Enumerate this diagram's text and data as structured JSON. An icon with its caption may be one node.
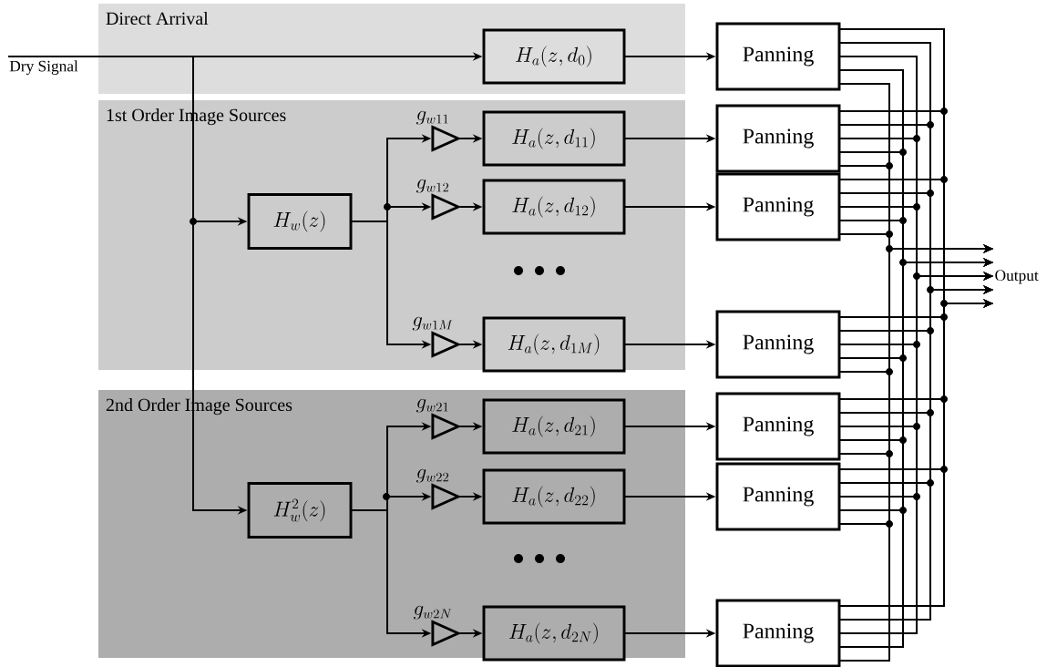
{
  "diagram": {
    "nodes": [
      {
        "text": [
          "Direct Arrival"
        ]
      },
      {
        "text": [
          "1st Order Image Sources"
        ]
      },
      {
        "text": [
          "2nd Order Image Sources"
        ]
      },
      {
        "text": [
          "Dry Signal"
        ]
      },
      {
        "text": [
          "H_a(z, d_0)"
        ],
        "in": 0
      },
      {
        "text": [
          "H_w(z)"
        ],
        "in": 1
      },
      {
        "text": [],
        "shape": "triangle",
        "beside": [
          "g_{w11}"
        ],
        "in": 1
      },
      {
        "text": [
          "H_a(z, d_{11})"
        ],
        "in": 1
      },
      {
        "text": [],
        "shape": "triangle",
        "beside": [
          "g_{w12}"
        ],
        "in": 1
      },
      {
        "text": [
          "H_a(z, d_{12})"
        ],
        "in": 1
      },
      {
        "text": [],
        "shape": "triangle",
        "beside": [
          "g_{w1M}"
        ],
        "in": 1
      },
      {
        "text": [
          "H_a(z, d_{1M})"
        ],
        "in": 1
      },
      {
        "text": [
          "H_w^2(z)"
        ],
        "in": 2
      },
      {
        "text": [],
        "shape": "triangle",
        "beside": [
          "g_{w21}"
        ],
        "in": 2
      },
      {
        "text": [
          "H_a(z, d_{21})"
        ],
        "in": 2
      },
      {
        "text": [],
        "shape": "triangle",
        "beside": [
          "g_{w22}"
        ],
        "in": 2
      },
      {
        "text": [
          "H_a(z, d_{22})"
        ],
        "in": 2
      },
      {
        "text": [],
        "shape": "triangle",
        "beside": [
          "g_{w2N}"
        ],
        "in": 2
      },
      {
        "text": [
          "H_a(z, d_{2N})"
        ],
        "in": 2
      },
      {
        "text": [
          "Panning"
        ]
      },
      {
        "text": [
          "Panning"
        ]
      },
      {
        "text": [
          "Panning"
        ]
      },
      {
        "text": [
          "Panning"
        ]
      },
      {
        "text": [
          "Panning"
        ]
      },
      {
        "text": [
          "Panning"
        ]
      },
      {
        "text": [
          "Panning"
        ]
      },
      {
        "text": [
          "Output"
        ]
      }
    ],
    "edges": [
      {
        "from": 3,
        "to": 4,
        "arrow": "to"
      },
      {
        "from": 3,
        "to": 5,
        "arrow": "to"
      },
      {
        "from": 3,
        "to": 12,
        "arrow": "to"
      },
      {
        "from": 5,
        "to": 6,
        "arrow": "to"
      },
      {
        "from": 5,
        "to": 8,
        "arrow": "to"
      },
      {
        "from": 5,
        "to": 10,
        "arrow": "to"
      },
      {
        "from": 12,
        "to": 13,
        "arrow": "to"
      },
      {
        "from": 12,
        "to": 15,
        "arrow": "to"
      },
      {
        "from": 12,
        "to": 17,
        "arrow": "to"
      },
      {
        "from": 6,
        "to": 7,
        "arrow": "to"
      },
      {
        "from": 8,
        "to": 9,
        "arrow": "to"
      },
      {
        "from": 10,
        "to": 11,
        "arrow": "to"
      },
      {
        "from": 13,
        "to": 14,
        "arrow": "to"
      },
      {
        "from": 15,
        "to": 16,
        "arrow": "to"
      },
      {
        "from": 17,
        "to": 18,
        "arrow": "to"
      },
      {
        "from": 4,
        "to": 19,
        "arrow": "to"
      },
      {
        "from": 7,
        "to": 20,
        "arrow": "to"
      },
      {
        "from": 9,
        "to": 21,
        "arrow": "to"
      },
      {
        "from": 11,
        "to": 22,
        "arrow": "to"
      },
      {
        "from": 14,
        "to": 23,
        "arrow": "to"
      },
      {
        "from": 16,
        "to": 24,
        "arrow": "to"
      },
      {
        "from": 18,
        "to": 25,
        "arrow": "to"
      },
      {
        "from": 19,
        "to": 26,
        "arrow": "to"
      },
      {
        "from": 20,
        "to": 26,
        "arrow": "to"
      },
      {
        "from": 21,
        "to": 26,
        "arrow": "to"
      },
      {
        "from": 22,
        "to": 26,
        "arrow": "to"
      },
      {
        "from": 23,
        "to": 26,
        "arrow": "to"
      },
      {
        "from": 24,
        "to": 26,
        "arrow": "to"
      },
      {
        "from": 25,
        "to": 26,
        "arrow": "to"
      },
      {
        "from": 19,
        "to": 26,
        "arrow": "to"
      },
      {
        "from": 19,
        "to": 26,
        "arrow": "to"
      },
      {
        "from": 19,
        "to": 26,
        "arrow": "to"
      },
      {
        "from": 19,
        "to": 26,
        "arrow": "to"
      },
      {
        "from": 20,
        "to": 26,
        "arrow": "to"
      },
      {
        "from": 20,
        "to": 26,
        "arrow": "to"
      },
      {
        "from": 20,
        "to": 26,
        "arrow": "to"
      },
      {
        "from": 20,
        "to": 26,
        "arrow": "to"
      },
      {
        "from": 21,
        "to": 26,
        "arrow": "to"
      },
      {
        "from": 21,
        "to": 26,
        "arrow": "to"
      },
      {
        "from": 21,
        "to": 26,
        "arrow": "to"
      },
      {
        "from": 21,
        "to": 26,
        "arrow": "to"
      },
      {
        "from": 22,
        "to": 26,
        "arrow": "to"
      },
      {
        "from": 22,
        "to": 26,
        "arrow": "to"
      },
      {
        "from": 22,
        "to": 26,
        "arrow": "to"
      },
      {
        "from": 22,
        "to": 26,
        "arrow": "to"
      },
      {
        "from": 23,
        "to": 26,
        "arrow": "to"
      },
      {
        "from": 23,
        "to": 26,
        "arrow": "to"
      },
      {
        "from": 23,
        "to": 26,
        "arrow": "to"
      },
      {
        "from": 23,
        "to": 26,
        "arrow": "to"
      },
      {
        "from": 24,
        "to": 26,
        "arrow": "to"
      },
      {
        "from": 24,
        "to": 26,
        "arrow": "to"
      },
      {
        "from": 24,
        "to": 26,
        "arrow": "to"
      },
      {
        "from": 24,
        "to": 26,
        "arrow": "to"
      },
      {
        "from": 25,
        "to": 26,
        "arrow": "to"
      },
      {
        "from": 25,
        "to": 26,
        "arrow": "to"
      },
      {
        "from": 25,
        "to": 26,
        "arrow": "to"
      },
      {
        "from": 25,
        "to": 26,
        "arrow": "to"
      }
    ]
  }
}
